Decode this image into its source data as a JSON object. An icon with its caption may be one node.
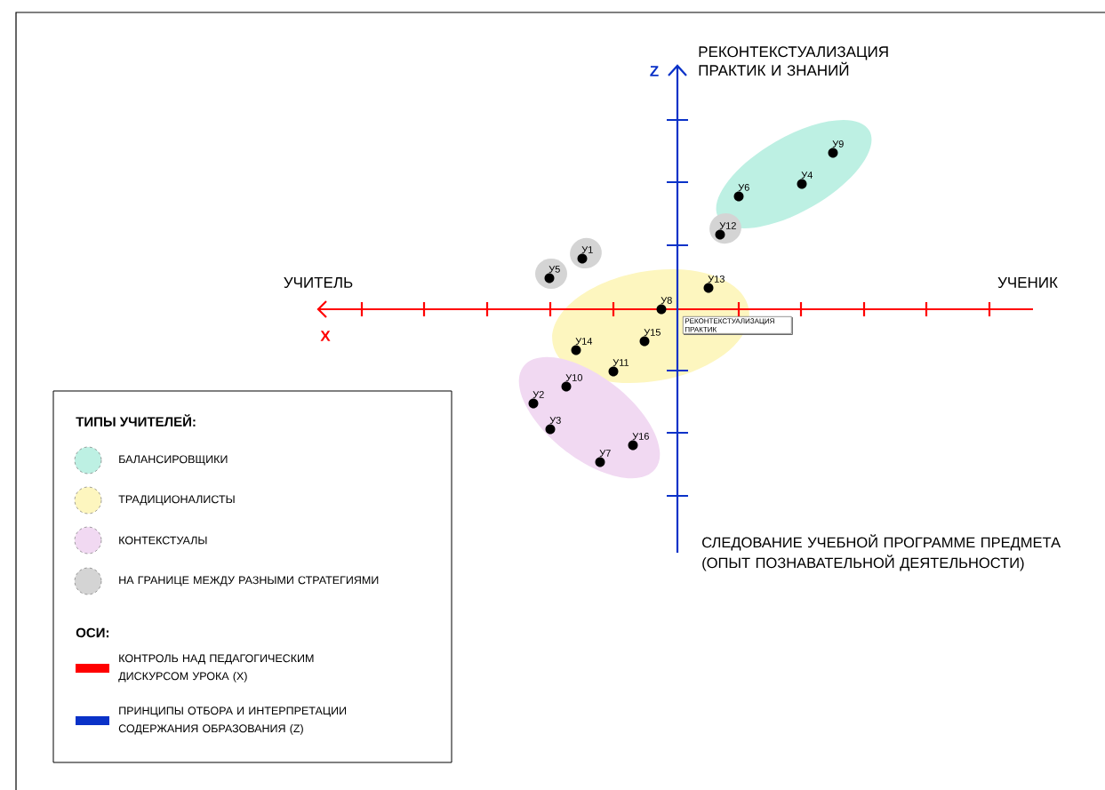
{
  "diagram": {
    "nodes": [
      {
        "text": [],
        "shape": "ellipse"
      },
      {
        "text": [
          "У9"
        ],
        "in": 0
      },
      {
        "text": [
          "У4"
        ],
        "in": 0
      },
      {
        "text": [
          "У6"
        ],
        "in": 0
      },
      {
        "text": [],
        "shape": "ellipse"
      },
      {
        "text": [
          "У12"
        ],
        "in": 4
      },
      {
        "text": [],
        "shape": "ellipse"
      },
      {
        "text": [
          "У1"
        ],
        "in": 6
      },
      {
        "text": [],
        "shape": "ellipse"
      },
      {
        "text": [
          "У5"
        ],
        "in": 8
      },
      {
        "text": [],
        "shape": "ellipse"
      },
      {
        "text": [
          "У13"
        ],
        "in": 10
      },
      {
        "text": [
          "У8"
        ],
        "in": 10
      },
      {
        "text": [
          "РЕКОНТЕКСТУАЛИЗАЦИЯ ПРАКТИК"
        ]
      },
      {
        "text": [
          "У15"
        ],
        "in": 10
      },
      {
        "text": [
          "У14"
        ],
        "in": 10
      },
      {
        "text": [
          "У11"
        ],
        "in": 10
      },
      {
        "text": [],
        "shape": "ellipse"
      },
      {
        "text": [
          "У10"
        ],
        "in": 17
      },
      {
        "text": [
          "У2"
        ],
        "in": 17
      },
      {
        "text": [
          "У3"
        ],
        "in": 17
      },
      {
        "text": [
          "У16"
        ],
        "in": 17
      },
      {
        "text": [
          "У7"
        ],
        "in": 17
      }
    ],
    "edges": [],
    "labels": [
      "РЕКОНТЕКСТУАЛИЗАЦИЯ ПРАКТИК И ЗНАНИЙ",
      "Z",
      "УЧИТЕЛЬ",
      "УЧЕНИК",
      "X",
      "СЛЕДОВАНИЕ УЧЕБНОЙ ПРОГРАММЕ ПРЕДМЕТА (ОПЫТ ПОЗНАВАТЕЛЬНОЙ ДЕЯТЕЛЬНОСТИ)",
      "ТИПЫ УЧИТЕЛЕЙ:",
      "ОСИ:"
    ],
    "legend": [
      {
        "text": "БАЛАНСИРОВЩИКИ",
        "color": "#bdf0e3"
      },
      {
        "text": "ТРАДИЦИОНАЛИСТЫ",
        "color": "#fdf6bf"
      },
      {
        "text": "КОНТЕКСТУАЛЫ",
        "color": "#f1d9f2"
      },
      {
        "text": "НА ГРАНИЦЕ МЕЖДУ РАЗНЫМИ СТРАТЕГИЯМИ",
        "color": "#d4d4d4"
      },
      {
        "text": "КОНТРОЛЬ НАД ПЕДАГОГИЧЕСКИМ ДИСКУРСОМ УРОКА (X)",
        "color": "#ff0000"
      },
      {
        "text": "ПРИНЦИПЫ ОТБОРА И ИНТЕРПРЕТАЦИИ СОДЕРЖАНИЯ ОБРАЗОВАНИЯ (Z)",
        "color": "#0a32c8"
      }
    ]
  }
}
